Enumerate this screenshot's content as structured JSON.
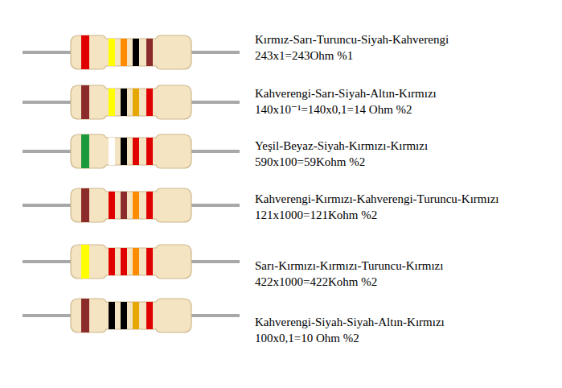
{
  "diagram": {
    "labels": [
      "Kırmız-Sarı-Turuncu-Siyah-Kahverengi",
      "243x1=243Ohm %1",
      "Kahverengi-Sarı-Siyah-Altın-Kırmızı",
      "140x10⁻¹=140x0,1=14 Ohm %2",
      "Yeşil-Beyaz-Siyah-Kırmızı-Kırmızı",
      "590x100=59Kohm %2",
      "Kahverengi-Kırmızı-Kahverengi-Turuncu-Kırmızı",
      "121x1000=121Kohm %2",
      "Sarı-Kırmızı-Kırmızı-Turuncu-Kırmızı",
      "422x1000=422Kohm %2",
      "Kahverengi-Siyah-Siyah-Altın-Kırmızı",
      "100x0,1=10 Ohm %2"
    ]
  }
}
